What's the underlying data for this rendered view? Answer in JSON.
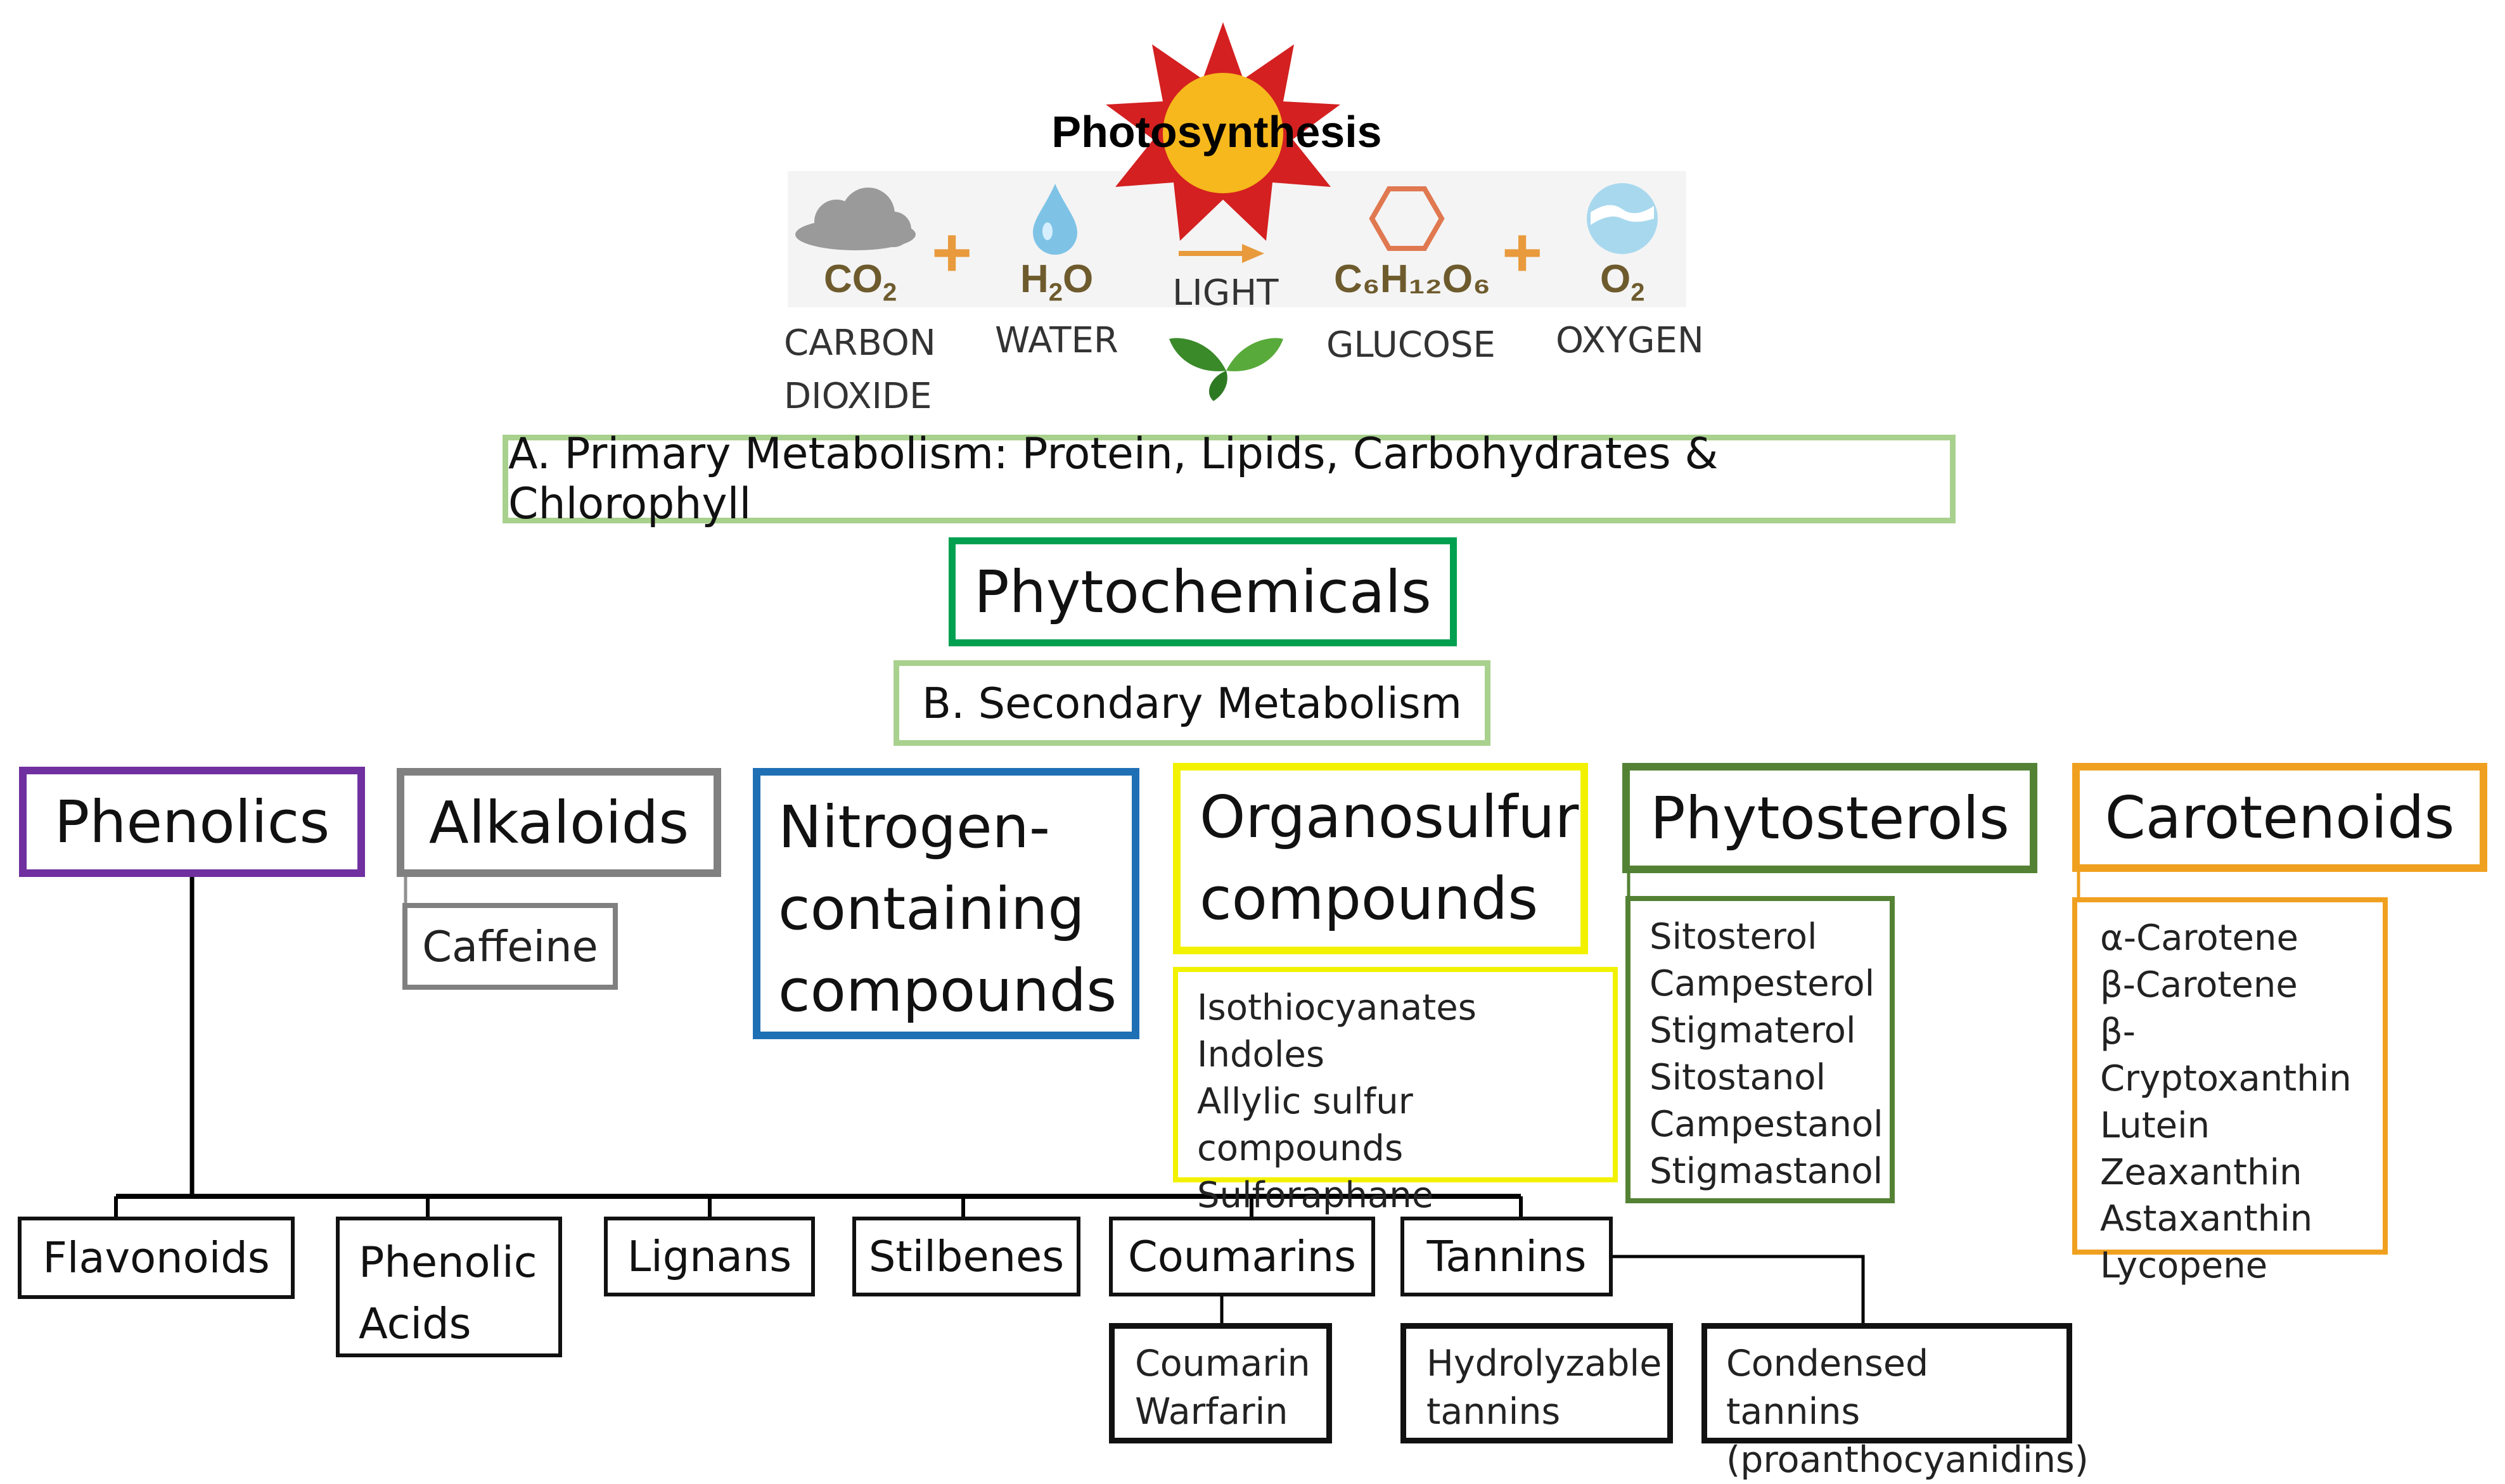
{
  "photosynthesis": {
    "title": "Photosynthesis",
    "reactants": [
      {
        "formula_main": "CO",
        "formula_sub": "2",
        "label_line1": "CARBON",
        "label_line2": "DIOXIDE"
      },
      {
        "formula_main": "H",
        "formula_sub": "2",
        "formula_tail": "O",
        "label_line1": "WATER"
      }
    ],
    "light_label": "LIGHT",
    "products": [
      {
        "formula": "C₆H₁₂O₆",
        "label_line1": "GLUCOSE"
      },
      {
        "formula_main": "O",
        "formula_sub": "2",
        "label_line1": "OXYGEN"
      }
    ]
  },
  "primary_metabolism": "A. Primary Metabolism: Protein, Lipids, Carbohydrates & Chlorophyll",
  "phytochemicals": "Phytochemicals",
  "secondary_metabolism": "B. Secondary Metabolism",
  "categories": {
    "phenolics": {
      "label": "Phenolics",
      "color": "#7030a0"
    },
    "alkaloids": {
      "label": "Alkaloids",
      "color": "#808080",
      "examples": [
        "Caffeine"
      ]
    },
    "nitrogen": {
      "line1": "Nitrogen-",
      "line2": "containing",
      "line3": "compounds",
      "color": "#1f6fb5"
    },
    "organosulfur": {
      "line1": "Organosulfur",
      "line2": "compounds",
      "color": "#f2f200",
      "examples": [
        "Isothiocyanates",
        "Indoles",
        "Allylic sulfur compounds",
        "Sulforaphane"
      ]
    },
    "phytosterols": {
      "label": "Phytosterols",
      "color": "#548235",
      "examples": [
        "Sitosterol",
        "Campesterol",
        "Stigmaterol",
        "Sitostanol",
        "Campestanol",
        "Stigmastanol"
      ]
    },
    "carotenoids": {
      "label": "Carotenoids",
      "color": "#f0a020",
      "examples": [
        "α-Carotene",
        "β-Carotene",
        "β-Cryptoxanthin",
        "Lutein",
        "Zeaxanthin",
        "Astaxanthin",
        "Lycopene"
      ]
    }
  },
  "phenolic_subclasses": {
    "flavonoids": "Flavonoids",
    "phenolic_acids_line1": "Phenolic",
    "phenolic_acids_line2": "Acids",
    "lignans": "Lignans",
    "stilbenes": "Stilbenes",
    "coumarins": "Coumarins",
    "tannins": "Tannins"
  },
  "coumarin_examples": [
    "Coumarin",
    "Warfarin"
  ],
  "hydrolyzable": {
    "line1": "Hydrolyzable",
    "line2": "tannins"
  },
  "condensed": {
    "line1": "Condensed tannins",
    "line2": "(proanthocyanidins)"
  },
  "colors": {
    "light_green": "#a9d18e",
    "dark_green": "#00a050",
    "sun_red": "#d42020",
    "sun_yellow": "#f6b81c"
  }
}
